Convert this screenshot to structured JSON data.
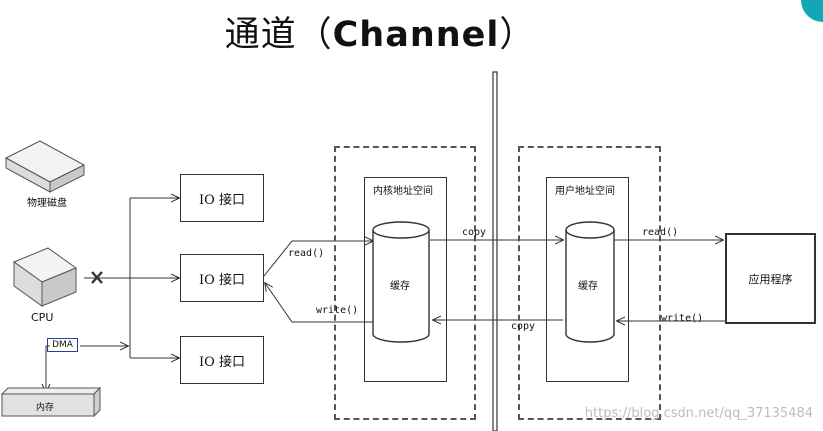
{
  "title": {
    "cjk_open": "通道（",
    "latin": "Channel",
    "cjk_close": "）"
  },
  "devices": {
    "disk": "物理磁盘",
    "cpu": "CPU",
    "dma": "DMA",
    "memory": "内存"
  },
  "io_ports": [
    "IO 接口",
    "IO 接口",
    "IO 接口"
  ],
  "kernel_space": {
    "label": "内核地址空间",
    "cache": "缓存"
  },
  "user_space": {
    "label": "用户地址空间",
    "cache": "缓存"
  },
  "app": "应用程序",
  "arrows": {
    "read_left": "read()",
    "write_left": "write()",
    "copy_top": "copy",
    "copy_bottom": "copy",
    "read_right": "read()",
    "write_right": "write()"
  },
  "watermark": "https://blog.csdn.net/qq_37135484"
}
